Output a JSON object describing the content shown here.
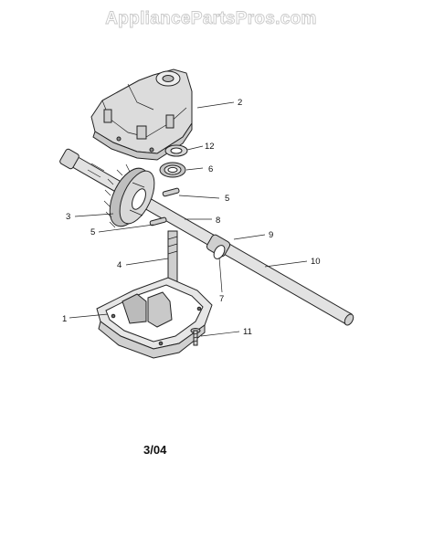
{
  "watermark": "AppliancePartsPros.com",
  "callouts": [
    "1",
    "2",
    "3",
    "4",
    "5",
    "5",
    "6",
    "7",
    "8",
    "9",
    "10",
    "11",
    "12"
  ],
  "revision": "3/04",
  "icons": [
    "gear-case-cover-icon",
    "seal-icon",
    "bearing-icon",
    "gear-icon",
    "key-icon",
    "worm-shaft-icon",
    "axle-icon",
    "gear-case-housing-icon",
    "screw-icon"
  ]
}
